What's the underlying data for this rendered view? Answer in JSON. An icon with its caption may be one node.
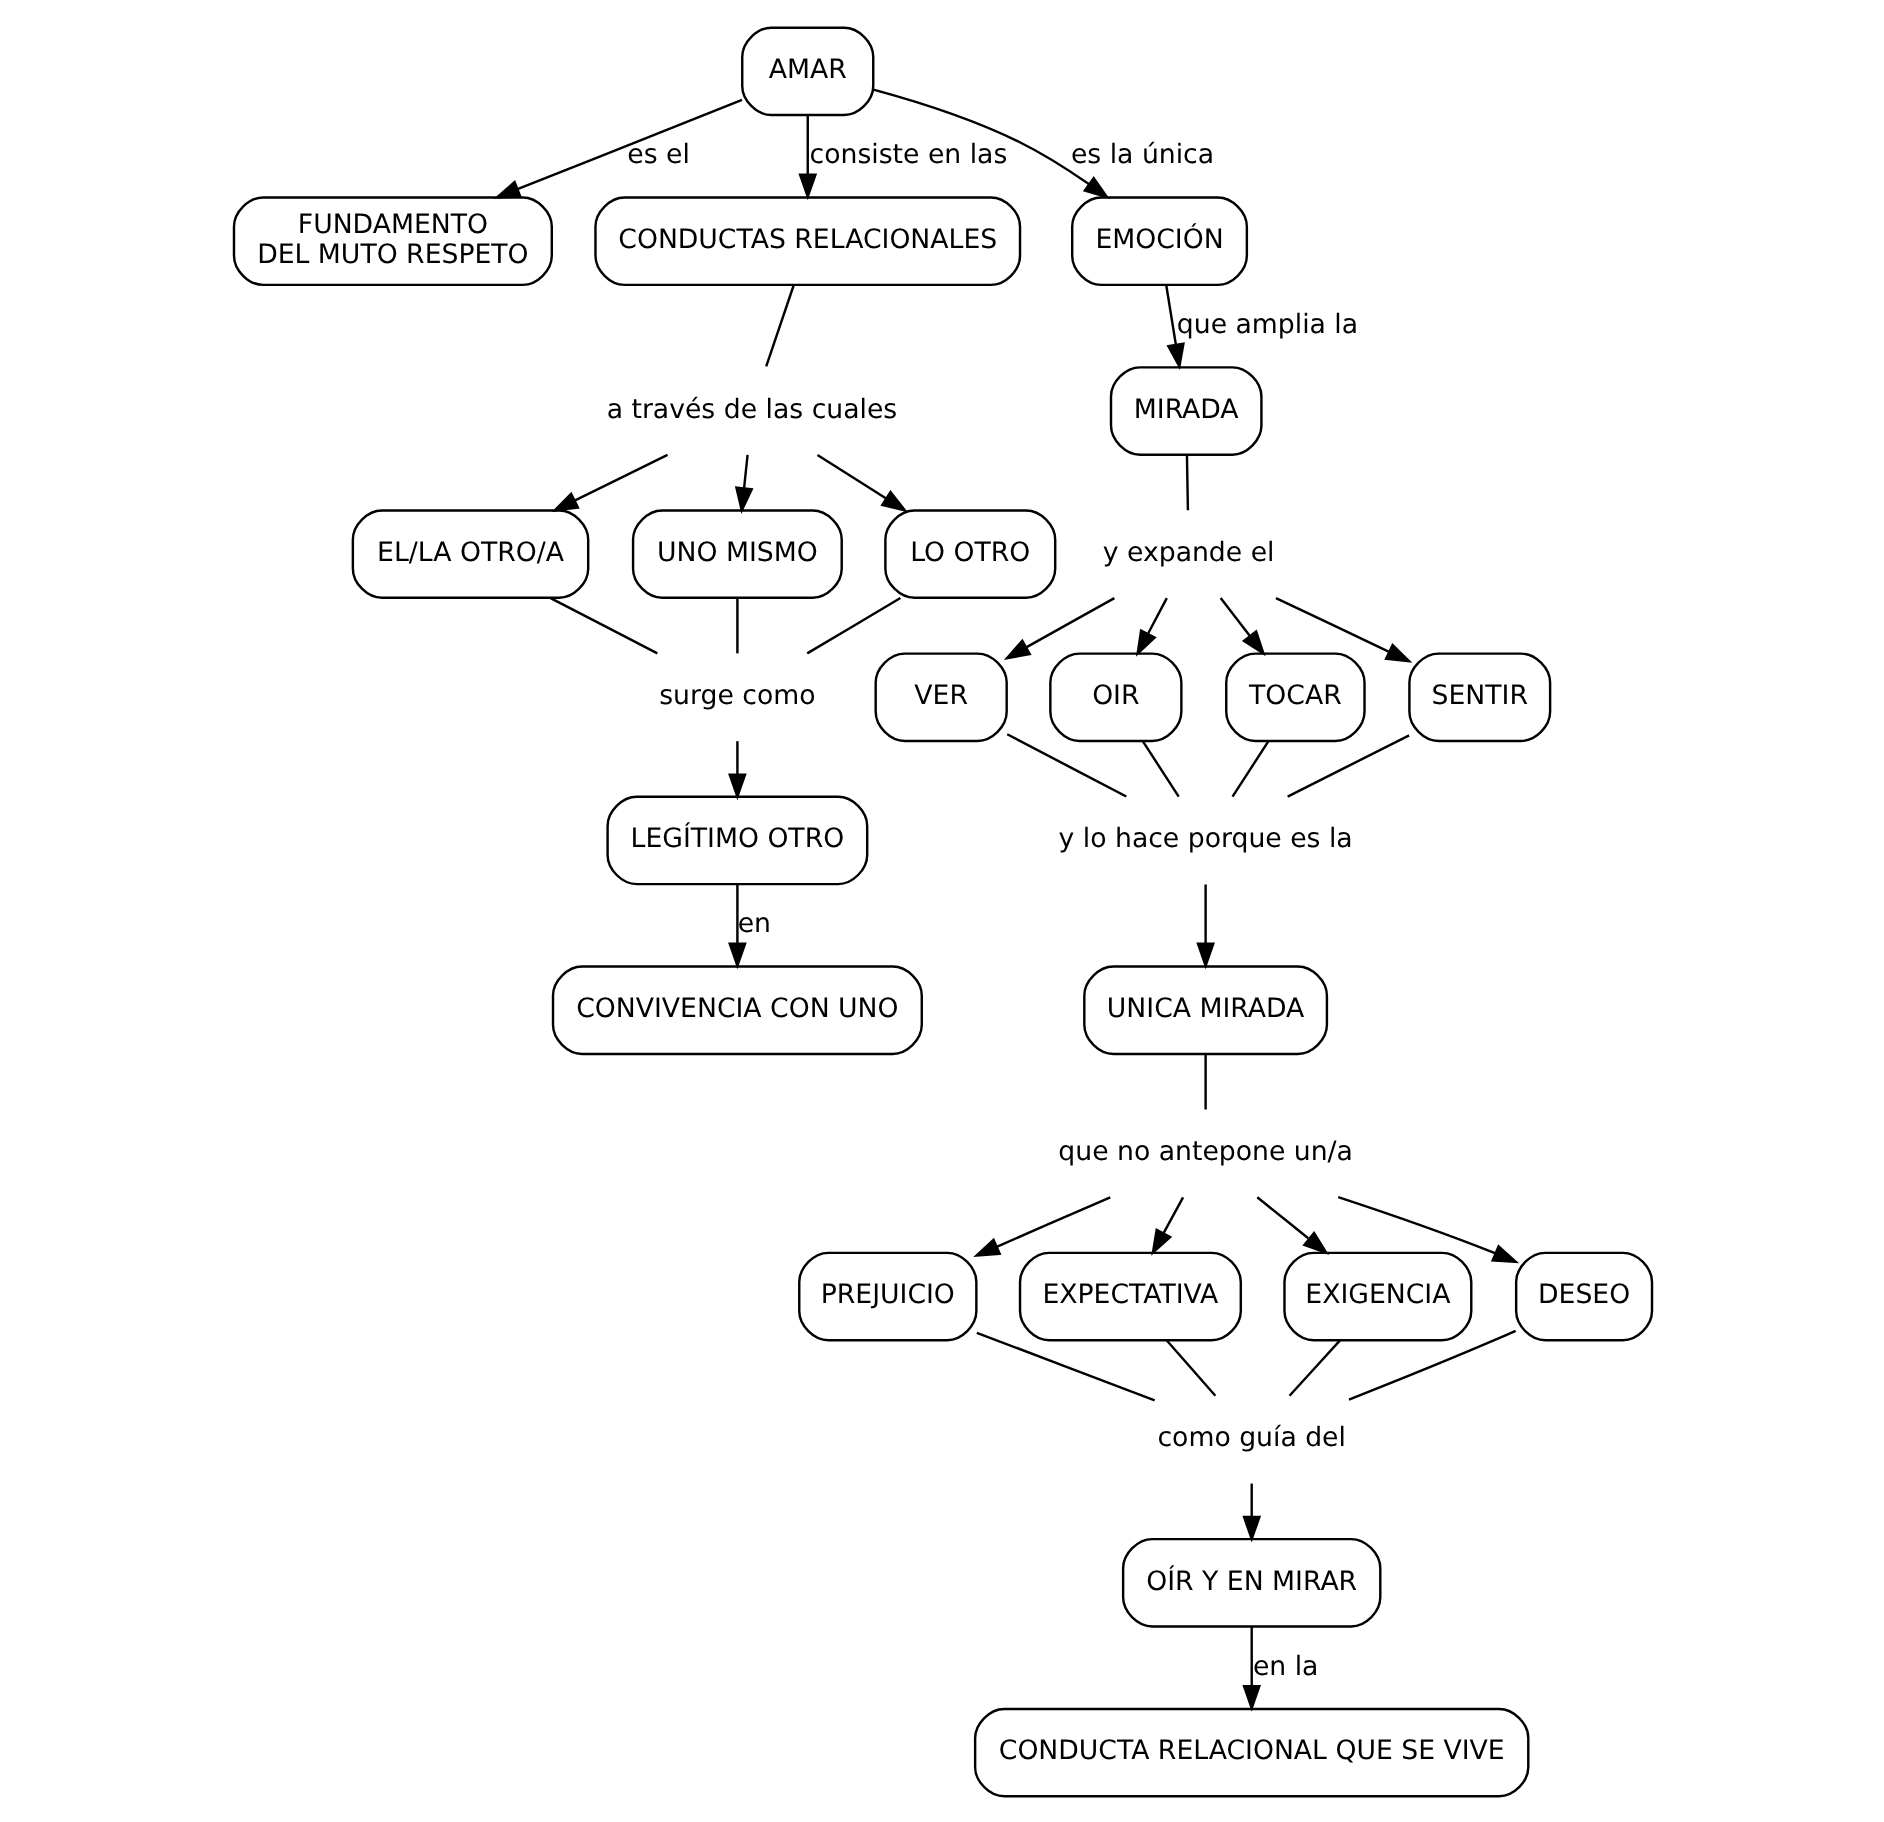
{
  "diagram": {
    "nodes": [
      {
        "text": [
          "AMAR"
        ]
      },
      {
        "text": [
          "FUNDAMENTO DEL MUTO RESPETO"
        ]
      },
      {
        "text": [
          "CONDUCTAS RELACIONALES"
        ]
      },
      {
        "text": [
          "EMOCIÓN"
        ]
      },
      {
        "text": [
          "a través de las cuales"
        ]
      },
      {
        "text": [
          "MIRADA"
        ]
      },
      {
        "text": [
          "EL/LA OTRO/A"
        ]
      },
      {
        "text": [
          "UNO MISMO"
        ]
      },
      {
        "text": [
          "LO OTRO"
        ]
      },
      {
        "text": [
          "y expande el"
        ]
      },
      {
        "text": [
          "surge como"
        ]
      },
      {
        "text": [
          "VER"
        ]
      },
      {
        "text": [
          "OIR"
        ]
      },
      {
        "text": [
          "TOCAR"
        ]
      },
      {
        "text": [
          "SENTIR"
        ]
      },
      {
        "text": [
          "LEGÍTIMO OTRO"
        ]
      },
      {
        "text": [
          "y lo hace porque es la"
        ]
      },
      {
        "text": [
          "CONVIVENCIA CON UNO"
        ]
      },
      {
        "text": [
          "UNICA MIRADA"
        ]
      },
      {
        "text": [
          "que no antepone un/a"
        ]
      },
      {
        "text": [
          "PREJUICIO"
        ]
      },
      {
        "text": [
          "EXPECTATIVA"
        ]
      },
      {
        "text": [
          "EXIGENCIA"
        ]
      },
      {
        "text": [
          "DESEO"
        ]
      },
      {
        "text": [
          "como guía del"
        ]
      },
      {
        "text": [
          "OÍR Y EN MIRAR"
        ]
      },
      {
        "text": [
          "CONDUCTA RELACIONAL QUE SE VIVE"
        ]
      }
    ],
    "edges": [
      {
        "from": 0,
        "to": 1,
        "arrow": "to",
        "label": "es el"
      },
      {
        "from": 0,
        "to": 2,
        "arrow": "to",
        "label": "consiste en las"
      },
      {
        "from": 0,
        "to": 3,
        "arrow": "to",
        "label": "es la única"
      },
      {
        "from": 2,
        "to": 4,
        "arrow": "none"
      },
      {
        "from": 4,
        "to": 6,
        "arrow": "to"
      },
      {
        "from": 4,
        "to": 7,
        "arrow": "to"
      },
      {
        "from": 4,
        "to": 8,
        "arrow": "to"
      },
      {
        "from": 3,
        "to": 5,
        "arrow": "to",
        "label": "que amplia la"
      },
      {
        "from": 5,
        "to": 9,
        "arrow": "none"
      },
      {
        "from": 9,
        "to": 11,
        "arrow": "to"
      },
      {
        "from": 9,
        "to": 12,
        "arrow": "to"
      },
      {
        "from": 9,
        "to": 13,
        "arrow": "to"
      },
      {
        "from": 9,
        "to": 14,
        "arrow": "to"
      },
      {
        "from": 6,
        "to": 10,
        "arrow": "none"
      },
      {
        "from": 7,
        "to": 10,
        "arrow": "none"
      },
      {
        "from": 8,
        "to": 10,
        "arrow": "none"
      },
      {
        "from": 10,
        "to": 15,
        "arrow": "to"
      },
      {
        "from": 15,
        "to": 17,
        "arrow": "to",
        "label": "en"
      },
      {
        "from": 11,
        "to": 16,
        "arrow": "none"
      },
      {
        "from": 12,
        "to": 16,
        "arrow": "none"
      },
      {
        "from": 13,
        "to": 16,
        "arrow": "none"
      },
      {
        "from": 14,
        "to": 16,
        "arrow": "none"
      },
      {
        "from": 16,
        "to": 18,
        "arrow": "to"
      },
      {
        "from": 18,
        "to": 19,
        "arrow": "none"
      },
      {
        "from": 19,
        "to": 20,
        "arrow": "to"
      },
      {
        "from": 19,
        "to": 21,
        "arrow": "to"
      },
      {
        "from": 19,
        "to": 22,
        "arrow": "to"
      },
      {
        "from": 19,
        "to": 23,
        "arrow": "to"
      },
      {
        "from": 20,
        "to": 24,
        "arrow": "none"
      },
      {
        "from": 21,
        "to": 24,
        "arrow": "none"
      },
      {
        "from": 22,
        "to": 24,
        "arrow": "none"
      },
      {
        "from": 23,
        "to": 24,
        "arrow": "none"
      },
      {
        "from": 24,
        "to": 25,
        "arrow": "to"
      },
      {
        "from": 25,
        "to": 26,
        "arrow": "to",
        "label": "en la"
      }
    ]
  }
}
